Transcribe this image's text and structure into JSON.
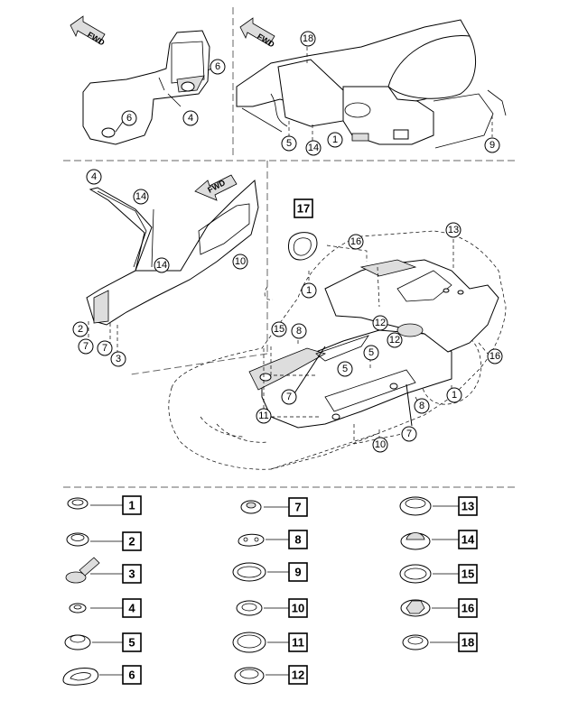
{
  "fwd_label": "FWD",
  "key_box_label": "17",
  "callouts": {
    "tl_6a": "6",
    "tl_6b": "6",
    "tl_4": "4",
    "tr_18": "18",
    "tr_5": "5",
    "tr_14": "14",
    "tr_1": "1",
    "tr_9": "9",
    "ml_4": "4",
    "ml_14a": "14",
    "ml_14b": "14",
    "ml_10": "10",
    "ml_2": "2",
    "ml_7a": "7",
    "ml_7b": "7",
    "ml_3": "3",
    "mc_13": "13",
    "mc_16a": "16",
    "mc_1a": "1",
    "mc_15": "15",
    "mc_8a": "8",
    "mc_12a": "12",
    "mc_12b": "12",
    "mc_5a": "5",
    "mc_5b": "5",
    "mc_16b": "16",
    "mc_7a": "7",
    "mc_8b": "8",
    "mc_1b": "1",
    "mc_11": "11",
    "mc_10": "10",
    "mc_7b": "7"
  },
  "legend": [
    {
      "num": "1"
    },
    {
      "num": "2"
    },
    {
      "num": "3"
    },
    {
      "num": "4"
    },
    {
      "num": "5"
    },
    {
      "num": "6"
    },
    {
      "num": "7"
    },
    {
      "num": "8"
    },
    {
      "num": "9"
    },
    {
      "num": "10"
    },
    {
      "num": "11"
    },
    {
      "num": "12"
    },
    {
      "num": "13"
    },
    {
      "num": "14"
    },
    {
      "num": "15"
    },
    {
      "num": "16"
    },
    {
      "num": "18"
    }
  ]
}
